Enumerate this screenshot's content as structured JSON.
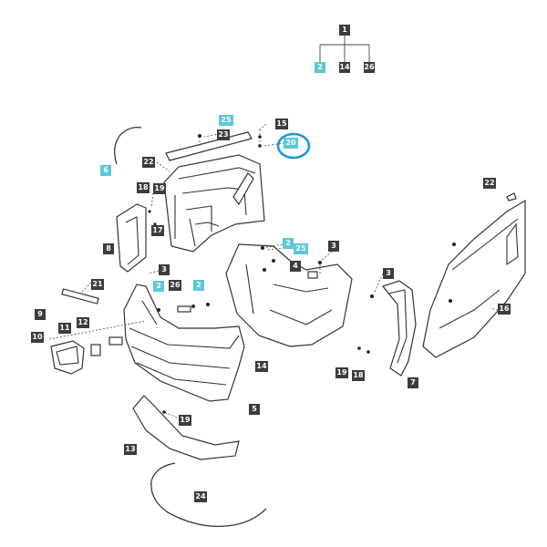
{
  "labels": {
    "tree_root": "1",
    "tree_2": "2",
    "tree_14": "14",
    "tree_26": "26",
    "l25a": "25",
    "l23": "23",
    "l15": "15",
    "l20": "20",
    "l6": "6",
    "l22a": "22",
    "l18a": "18",
    "l19a": "19",
    "l17": "17",
    "l8": "8",
    "l3a": "3",
    "l2a": "2",
    "l25b": "25",
    "l3b": "3",
    "l4": "4",
    "l22b": "22",
    "l16": "16",
    "l3c": "3",
    "l21": "21",
    "l2b": "2",
    "l26": "26",
    "l2c": "2",
    "l9": "9",
    "l11": "11",
    "l12": "12",
    "l10": "10",
    "l14": "14",
    "l19b": "19",
    "l18b": "18",
    "l7": "7",
    "l5": "5",
    "l19c": "19",
    "l13": "13",
    "l24": "24"
  },
  "colors": {
    "label_dark": "#3c3c3c",
    "label_highlight": "#5bc8d8",
    "circle_highlight": "#1e9ad6"
  }
}
